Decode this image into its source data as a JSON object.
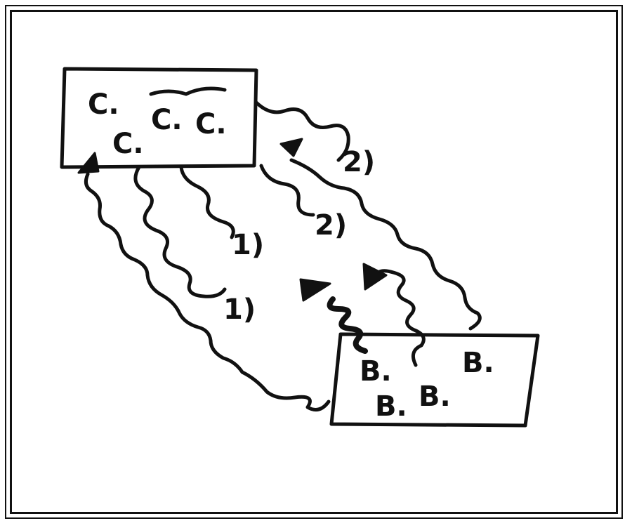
{
  "diagram": {
    "box_c": {
      "labels": [
        "C.",
        "C.",
        "C.",
        "C."
      ]
    },
    "box_b": {
      "labels": [
        "B.",
        "B.",
        "B.",
        "B."
      ]
    },
    "edge_labels": [
      "2)",
      "2)",
      "1)",
      "1)"
    ],
    "style": {
      "ink_color": "#111111",
      "background": "#ffffff"
    }
  }
}
